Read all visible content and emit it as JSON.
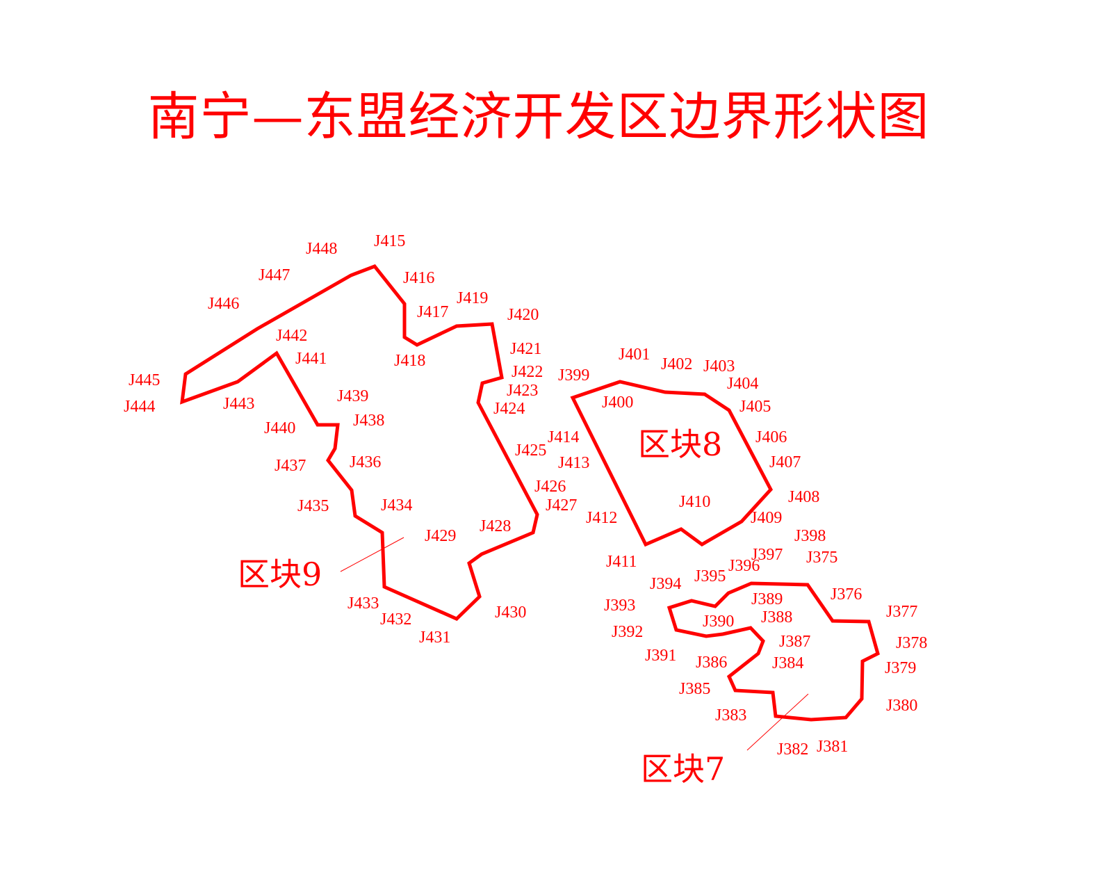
{
  "title": "南宁—东盟经济开发区边界形状图",
  "colors": {
    "boundary": "#ff0000",
    "text": "#ff0000",
    "background": "#ffffff"
  },
  "blocks": {
    "block9": {
      "label": "区块9"
    },
    "block8": {
      "label": "区块8"
    },
    "block7": {
      "label": "区块7"
    }
  },
  "boundary_points": {
    "J375": "J375",
    "J376": "J376",
    "J377": "J377",
    "J378": "J378",
    "J379": "J379",
    "J380": "J380",
    "J381": "J381",
    "J382": "J382",
    "J383": "J383",
    "J384": "J384",
    "J385": "J385",
    "J386": "J386",
    "J387": "J387",
    "J388": "J388",
    "J389": "J389",
    "J390": "J390",
    "J391": "J391",
    "J392": "J392",
    "J393": "J393",
    "J394": "J394",
    "J395": "J395",
    "J396": "J396",
    "J397": "J397",
    "J398": "J398",
    "J399": "J399",
    "J400": "J400",
    "J401": "J401",
    "J402": "J402",
    "J403": "J403",
    "J404": "J404",
    "J405": "J405",
    "J406": "J406",
    "J407": "J407",
    "J408": "J408",
    "J409": "J409",
    "J410": "J410",
    "J411": "J411",
    "J412": "J412",
    "J413": "J413",
    "J414": "J414",
    "J415": "J415",
    "J416": "J416",
    "J417": "J417",
    "J418": "J418",
    "J419": "J419",
    "J420": "J420",
    "J421": "J421",
    "J422": "J422",
    "J423": "J423",
    "J424": "J424",
    "J425": "J425",
    "J426": "J426",
    "J427": "J427",
    "J428": "J428",
    "J429": "J429",
    "J430": "J430",
    "J431": "J431",
    "J432": "J432",
    "J433": "J433",
    "J434": "J434",
    "J435": "J435",
    "J436": "J436",
    "J437": "J437",
    "J438": "J438",
    "J439": "J439",
    "J440": "J440",
    "J441": "J441",
    "J442": "J442",
    "J443": "J443",
    "J444": "J444",
    "J445": "J445",
    "J446": "J446",
    "J447": "J447",
    "J448": "J448"
  }
}
